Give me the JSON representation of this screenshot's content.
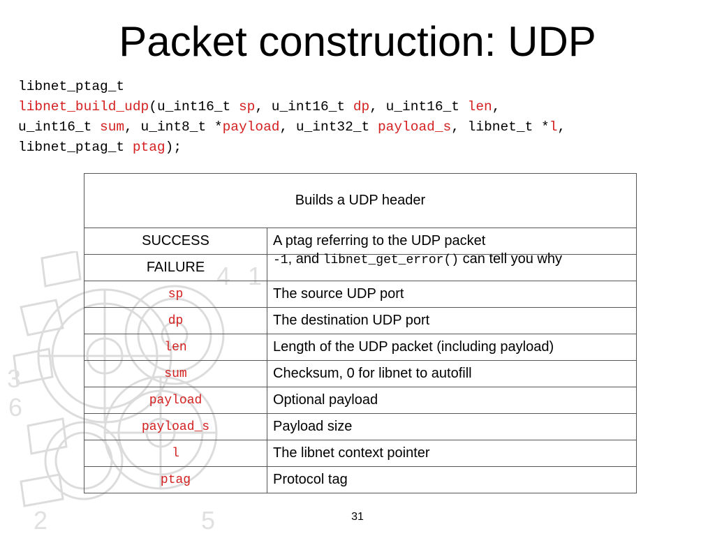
{
  "slide": {
    "title": "Packet construction: UDP",
    "page_number": "31"
  },
  "code": {
    "line1": "libnet_ptag_t",
    "function_name": "libnet_build_udp",
    "open_paren": "(",
    "params": [
      {
        "type": "u_int16_t ",
        "name": "sp",
        "sep": ", "
      },
      {
        "type": "u_int16_t ",
        "name": "dp",
        "sep": ", "
      },
      {
        "type": "u_int16_t ",
        "name": "len",
        "sep": ","
      },
      {
        "type": "u_int16_t ",
        "name": "sum",
        "sep": ", "
      },
      {
        "type": "u_int8_t *",
        "name": "payload",
        "sep": ", "
      },
      {
        "type": "u_int32_t ",
        "name": "payload_s",
        "sep": ", "
      },
      {
        "type": "libnet_t *",
        "name": "l",
        "sep": ","
      },
      {
        "type": "libnet_ptag_t ",
        "name": "ptag",
        "sep": ");"
      }
    ]
  },
  "table": {
    "description": "Builds a UDP header",
    "rows": [
      {
        "key": "SUCCESS",
        "value": "A ptag referring to the UDP packet"
      },
      {
        "key": "FAILURE",
        "value_code1": "-1",
        "value_text1": ", and ",
        "value_code2": "libnet_get_error()",
        "value_text2": " can tell you why"
      },
      {
        "key": "sp",
        "value": "The source UDP port"
      },
      {
        "key": "dp",
        "value": "The destination UDP port"
      },
      {
        "key": "len",
        "value": "Length of the UDP packet (including payload)"
      },
      {
        "key": "sum",
        "value": "Checksum, 0 for libnet to autofill"
      },
      {
        "key": "payload",
        "value": "Optional payload"
      },
      {
        "key": "payload_s",
        "value": "Payload size"
      },
      {
        "key": "l",
        "value": "The libnet context pointer"
      },
      {
        "key": "ptag",
        "value": "Protocol tag"
      }
    ]
  },
  "watermark": {
    "digits": [
      "4",
      "1",
      "3",
      "6",
      "2",
      "5"
    ],
    "color": "#e2e2e2"
  },
  "colors": {
    "accent": "#d42020",
    "border": "#555555"
  }
}
